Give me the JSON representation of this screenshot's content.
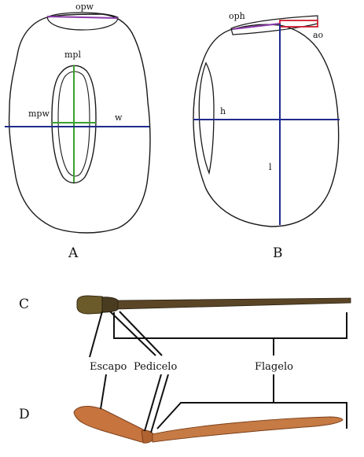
{
  "colors": {
    "outline": "#1a1a1a",
    "axis_blue": "#1f2b8f",
    "axis_green": "#3aa12e",
    "opening_purple": "#8a3aa8",
    "opening_red": "#d01c2c",
    "antenna_dark": "#4a3a22",
    "antenna_orange": "#c8743f"
  },
  "panel_a": {
    "label": "A",
    "opw": "opw",
    "mpl": "mpl",
    "mpw": "mpw",
    "w": "w"
  },
  "panel_b": {
    "label": "B",
    "oph": "oph",
    "ao": "ao",
    "h": "h",
    "l": "l"
  },
  "panel_c": {
    "label": "C"
  },
  "panel_d": {
    "label": "D"
  },
  "callouts": {
    "escapo": "Escapo",
    "pedicelo": "Pedicelo",
    "flagelo": "Flagelo"
  }
}
